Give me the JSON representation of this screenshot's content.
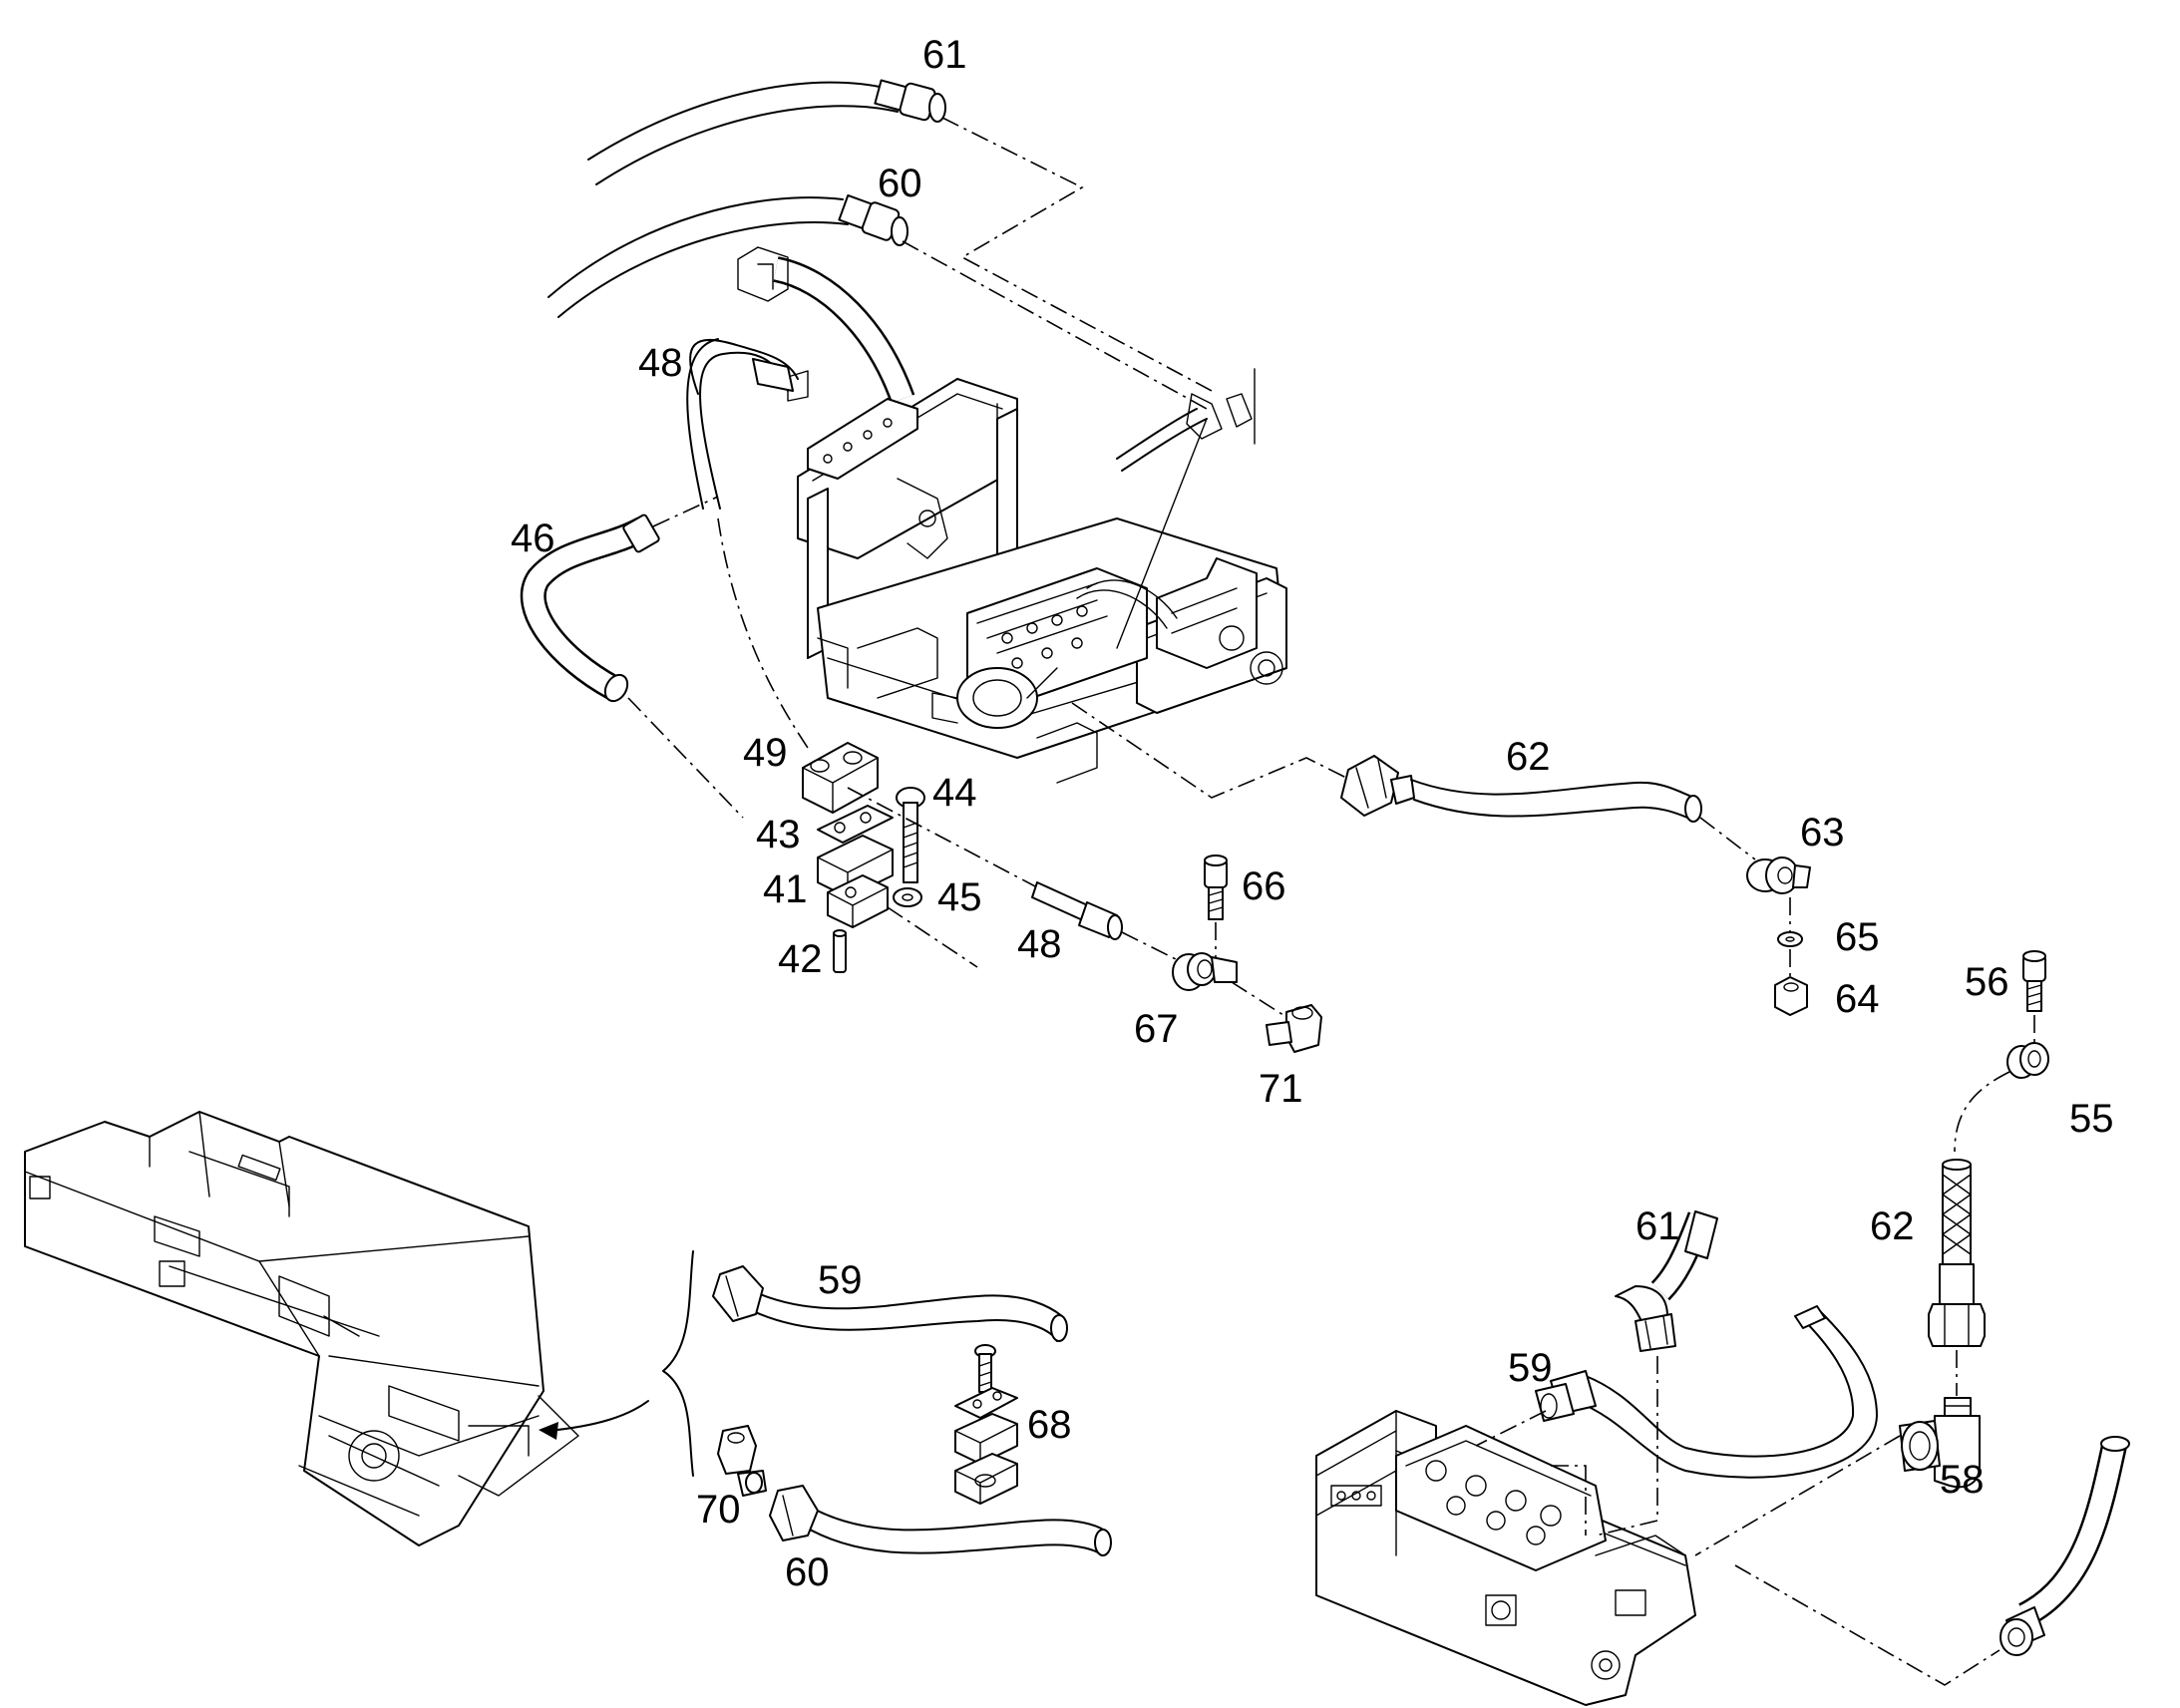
{
  "labels": [
    {
      "id": "61-top",
      "text": "61"
    },
    {
      "id": "60-top",
      "text": "60"
    },
    {
      "id": "48-top",
      "text": "48"
    },
    {
      "id": "46",
      "text": "46"
    },
    {
      "id": "49",
      "text": "49"
    },
    {
      "id": "44",
      "text": "44"
    },
    {
      "id": "43",
      "text": "43"
    },
    {
      "id": "41",
      "text": "41"
    },
    {
      "id": "45",
      "text": "45"
    },
    {
      "id": "42",
      "text": "42"
    },
    {
      "id": "48-mid",
      "text": "48"
    },
    {
      "id": "66",
      "text": "66"
    },
    {
      "id": "67",
      "text": "67"
    },
    {
      "id": "71",
      "text": "71"
    },
    {
      "id": "62-mid",
      "text": "62"
    },
    {
      "id": "63",
      "text": "63"
    },
    {
      "id": "65",
      "text": "65"
    },
    {
      "id": "64",
      "text": "64"
    },
    {
      "id": "56",
      "text": "56"
    },
    {
      "id": "55",
      "text": "55"
    },
    {
      "id": "62-right",
      "text": "62"
    },
    {
      "id": "61-bottom",
      "text": "61"
    },
    {
      "id": "59-bottom",
      "text": "59"
    },
    {
      "id": "58",
      "text": "58"
    },
    {
      "id": "59-left",
      "text": "59"
    },
    {
      "id": "68",
      "text": "68"
    },
    {
      "id": "70",
      "text": "70"
    },
    {
      "id": "60-bottom",
      "text": "60"
    }
  ]
}
